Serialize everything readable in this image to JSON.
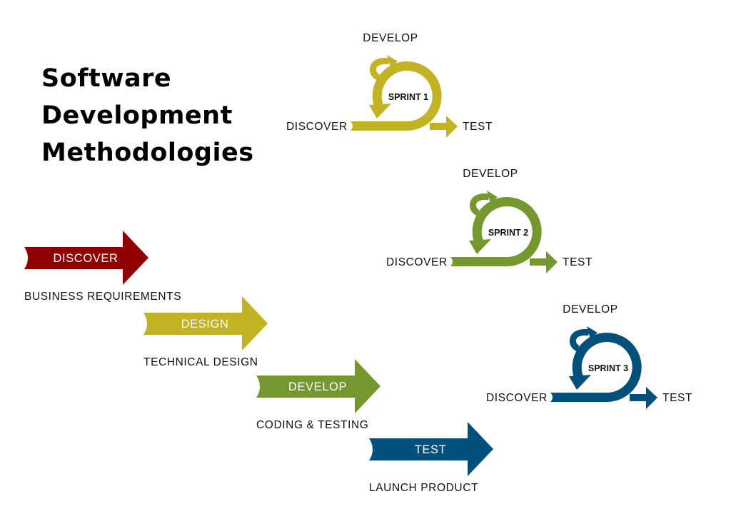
{
  "title": {
    "lines": [
      "Software",
      "Development",
      "Methodologies"
    ]
  },
  "waterfall": [
    {
      "label": "DISCOVER",
      "caption": "BUSINESS REQUIREMENTS",
      "color": "#910000"
    },
    {
      "label": "DESIGN",
      "caption": "TECHNICAL DESIGN",
      "color": "#c2b224"
    },
    {
      "label": "DEVELOP",
      "caption": "CODING & TESTING",
      "color": "#74982f"
    },
    {
      "label": "TEST",
      "caption": "LAUNCH PRODUCT",
      "color": "#00507c"
    }
  ],
  "sprints": [
    {
      "name": "SPRINT 1",
      "develop": "DEVELOP",
      "discover": "DISCOVER",
      "test": "TEST",
      "color": "#c2b224"
    },
    {
      "name": "SPRINT 2",
      "develop": "DEVELOP",
      "discover": "DISCOVER",
      "test": "TEST",
      "color": "#74982f"
    },
    {
      "name": "SPRINT 3",
      "develop": "DEVELOP",
      "discover": "DISCOVER",
      "test": "TEST",
      "color": "#00507c"
    }
  ]
}
